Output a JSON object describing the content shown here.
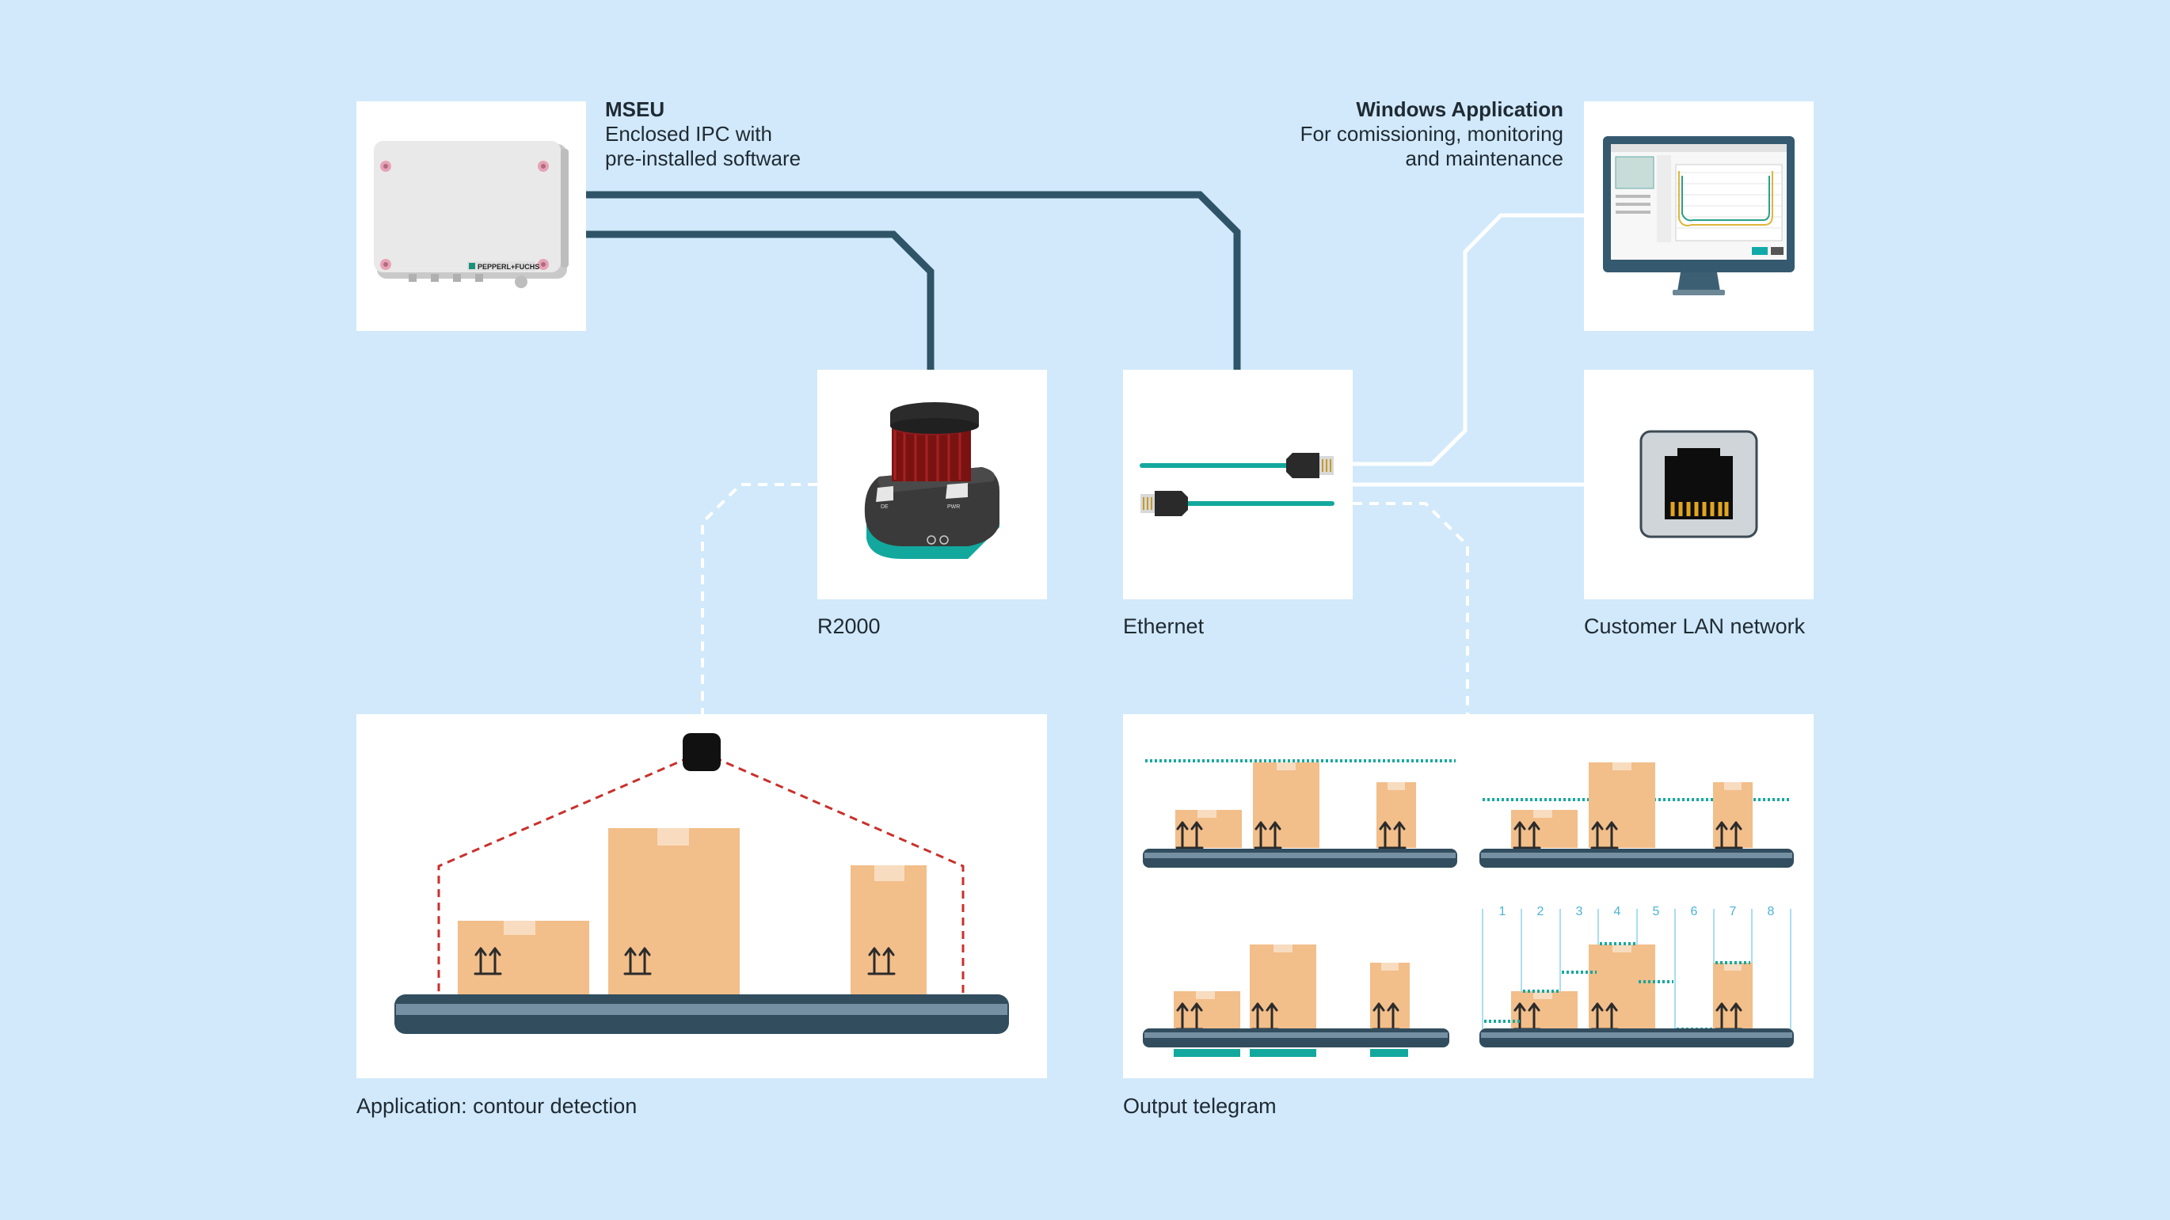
{
  "mseu": {
    "title": "MSEU",
    "line1": "Enclosed IPC with",
    "line2": "pre-installed software",
    "brand": "PEPPERL+FUCHS"
  },
  "windows_app": {
    "title": "Windows Application",
    "line1": "For comissioning, monitoring",
    "line2": "and maintenance"
  },
  "labels": {
    "r2000": "R2000",
    "ethernet": "Ethernet",
    "lan": "Customer LAN network",
    "application": "Application: contour detection",
    "output": "Output telegram"
  },
  "sensor": {
    "left_label": "DE",
    "right_label": "PWR"
  },
  "segments": [
    "1",
    "2",
    "3",
    "4",
    "5",
    "6",
    "7",
    "8"
  ],
  "colors": {
    "background": "#d1e9fa",
    "panel": "#ffffff",
    "cable": "#2f5468",
    "box": "#f2be8a",
    "conveyor": "#5b7587",
    "teal": "#13a89e",
    "scan_line": "#c9302c"
  },
  "icons": [
    "controller-box-icon",
    "monitor-icon",
    "laser-scanner-icon",
    "ethernet-cable-icon",
    "rj45-port-icon"
  ]
}
